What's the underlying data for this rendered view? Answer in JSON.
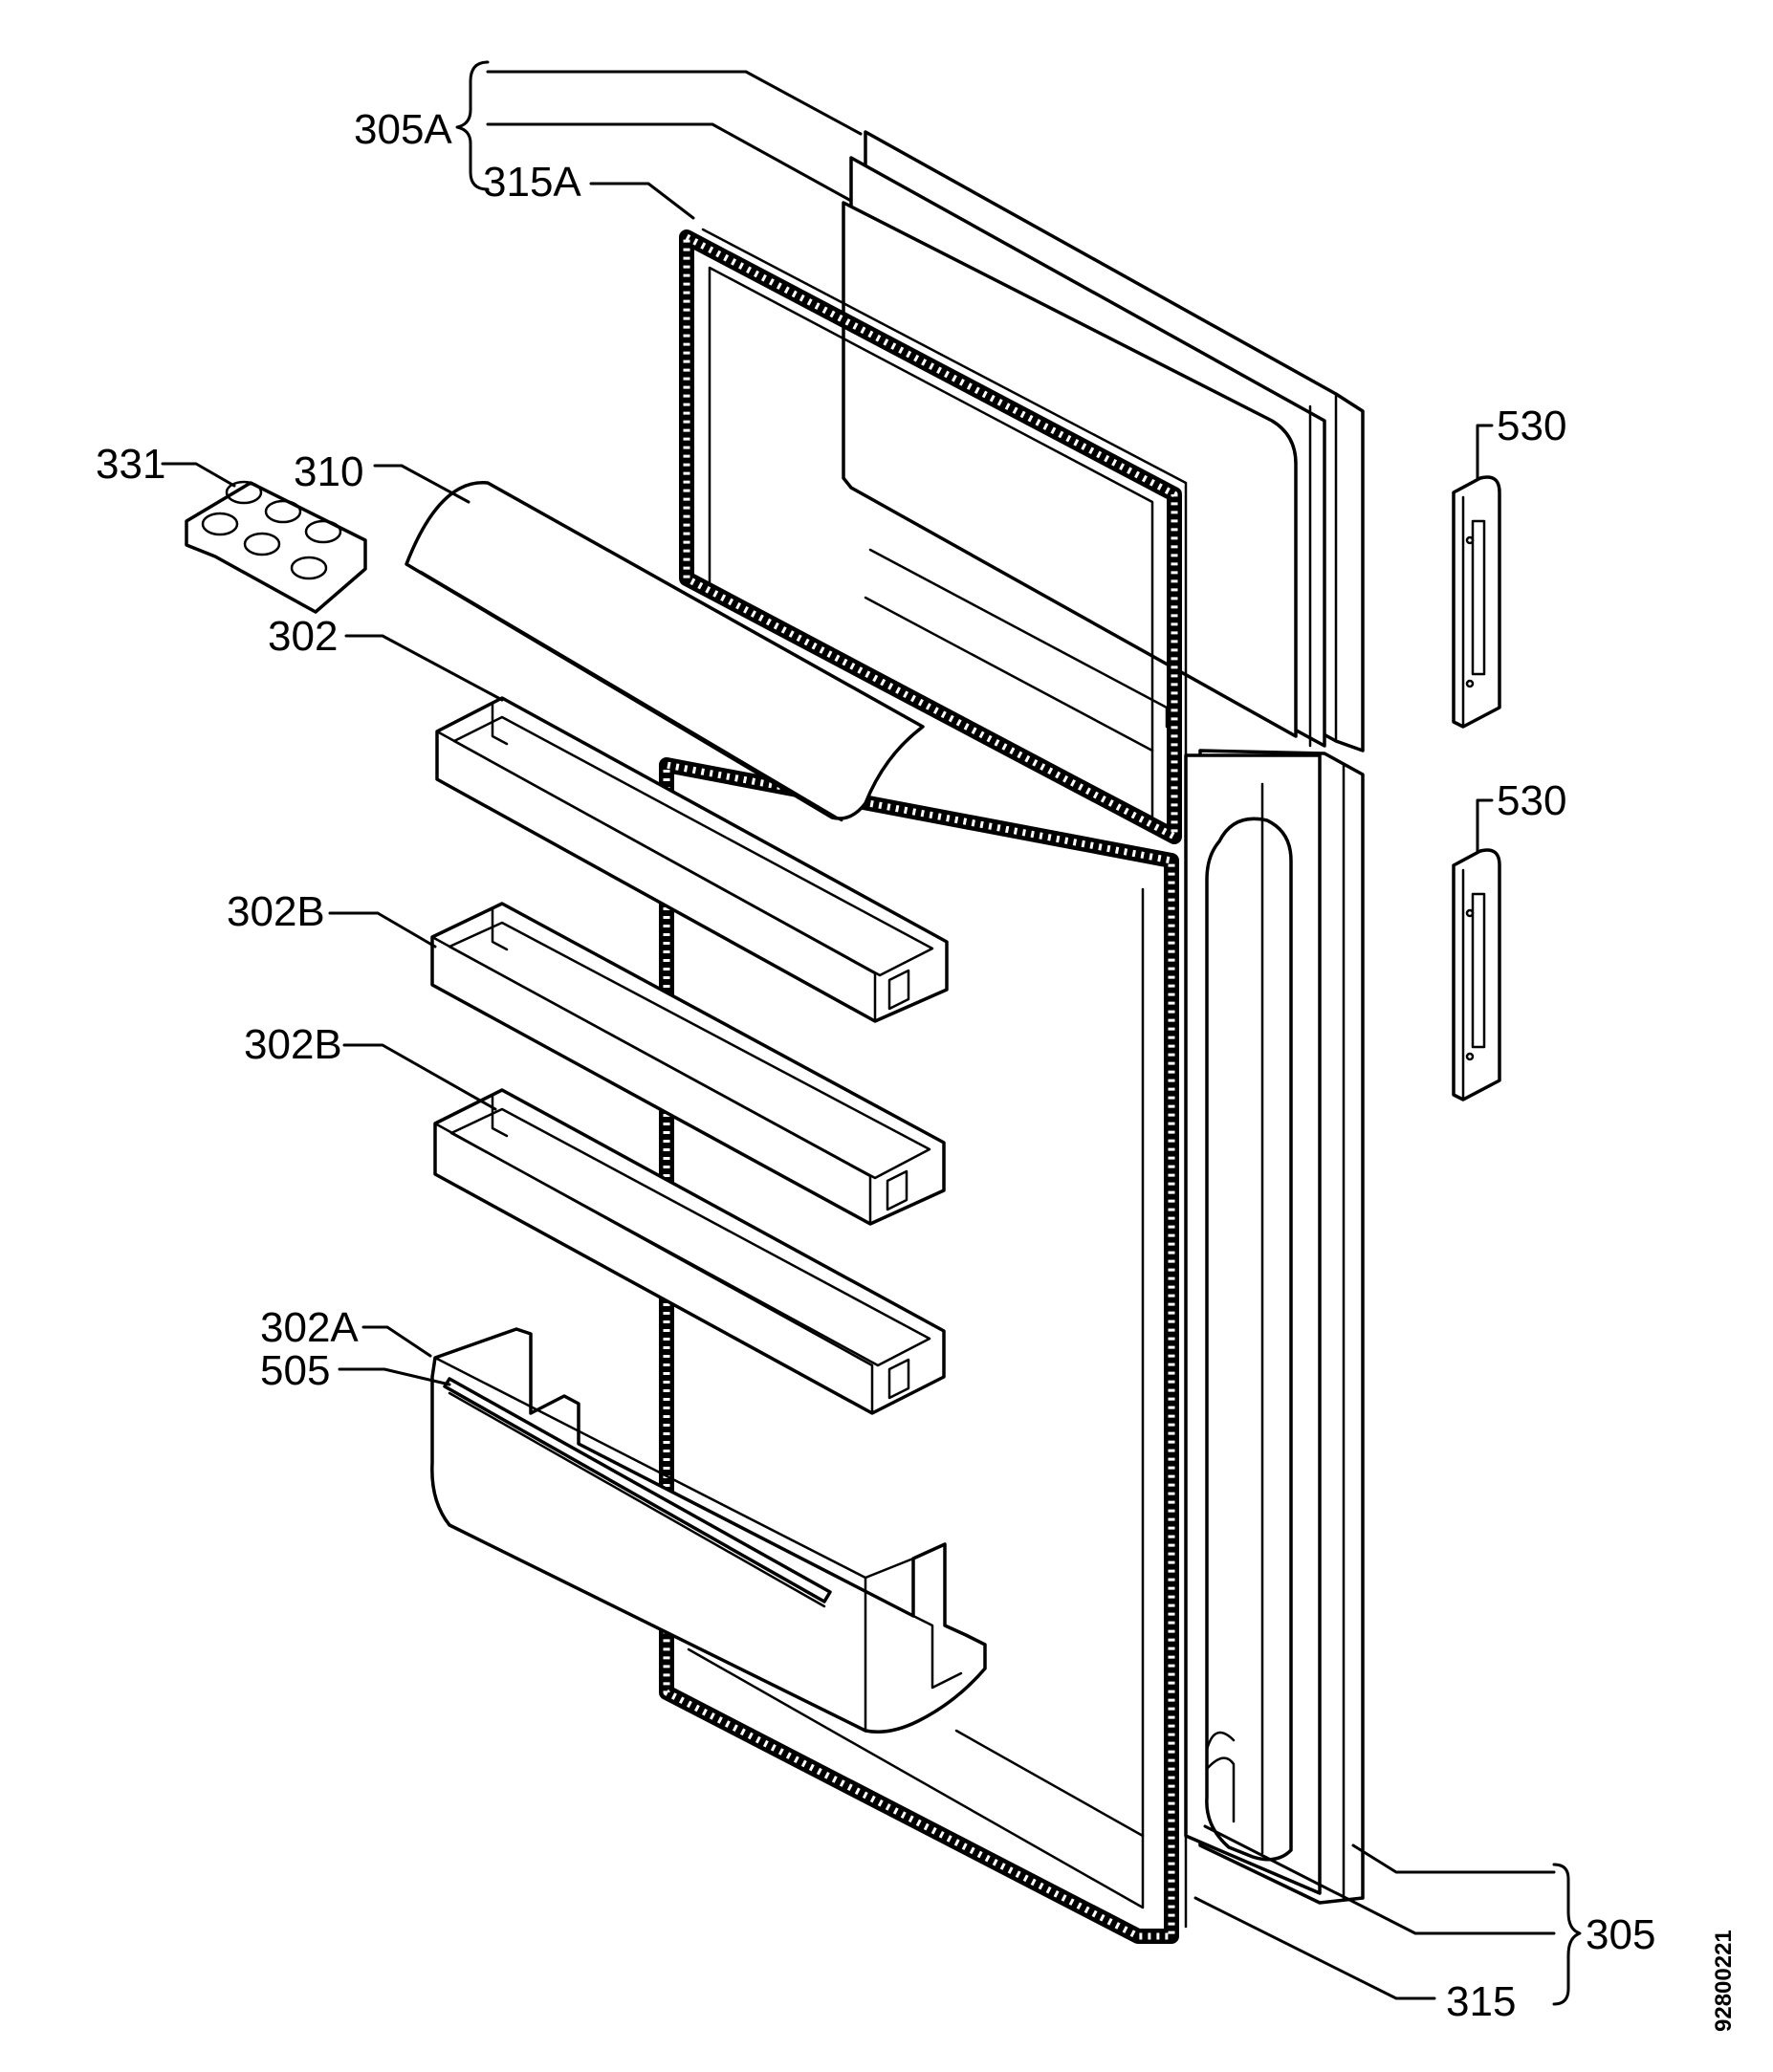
{
  "labels": {
    "p305a": "305A",
    "p315a": "315A",
    "p331": "331",
    "p310": "310",
    "p302": "302",
    "p302b_1": "302B",
    "p302b_2": "302B",
    "p302a": "302A",
    "p505": "505",
    "p530_top": "530",
    "p530_bottom": "530",
    "p305": "305",
    "p315": "315"
  },
  "drawing_code": "92800221"
}
